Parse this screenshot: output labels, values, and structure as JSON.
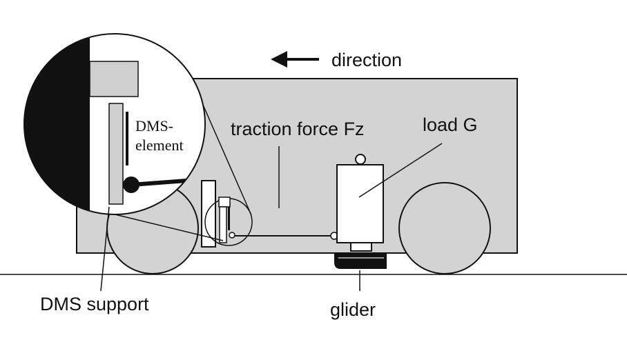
{
  "labels": {
    "direction": "direction",
    "traction_force": "traction force Fz",
    "load": "load G",
    "dms_element_line1": "DMS-",
    "dms_element_line2": "element",
    "dms_support": "DMS support",
    "glider": "glider"
  },
  "colors": {
    "body_fill": "#d3d3d3",
    "stroke": "#111111",
    "background": "#ffffff"
  }
}
